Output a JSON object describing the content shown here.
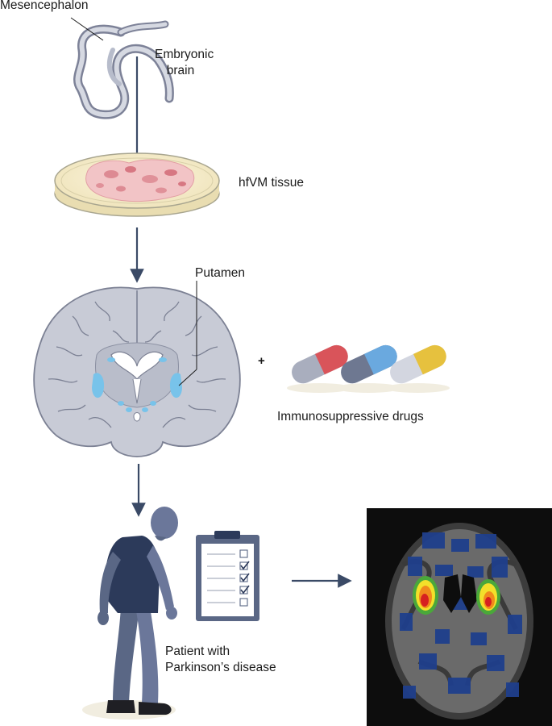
{
  "labels": {
    "mesencephalon": "Mesencephalon",
    "embryonic_brain_line1": "Embryonic",
    "embryonic_brain_line2": "brain",
    "hfvm_tissue": "hfVM tissue",
    "putamen": "Putamen",
    "plus_sign": "+",
    "immunosuppressive_drugs": "Immunosuppressive drugs",
    "patient_line1": "Patient with",
    "patient_line2": "Parkinson’s disease"
  },
  "pills": [
    {
      "cap_color": "#d9545a",
      "body_color": "#a9aebe"
    },
    {
      "cap_color": "#6aa9df",
      "body_color": "#6e7891"
    },
    {
      "cap_color": "#e6c13e",
      "body_color": "#d3d6e0"
    }
  ],
  "checklist": {
    "rows": 5,
    "checked_rows": [
      1,
      2,
      3
    ]
  },
  "colors": {
    "arrow": "#3a4a66",
    "brain_fill": "#c8cbd6",
    "brain_stroke": "#7c8194",
    "putamen_blue": "#78c3ea",
    "tissue_pink": "#e7a6ad",
    "person_dark": "#2c3a5a",
    "person_mid": "#5a6785",
    "scan_background": "#0d0d0d"
  }
}
